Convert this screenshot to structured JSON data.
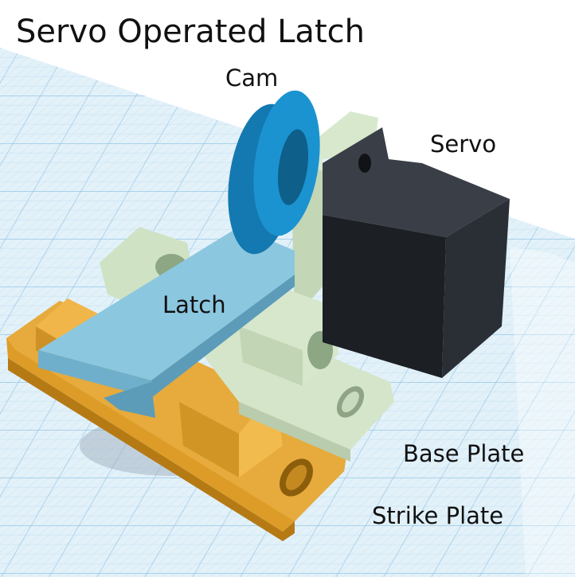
{
  "title": "Servo Operated Latch",
  "labels": {
    "cam": "Cam",
    "servo": "Servo",
    "latch": "Latch",
    "base_plate": "Base Plate",
    "strike_plate": "Strike Plate"
  },
  "colors": {
    "background": "#ffffff",
    "grid_plane": "#d8ecf7",
    "grid_line": "#9ccbe8",
    "strike_plate": "#e3a532",
    "base_plate": "#d6e6cc",
    "latch": "#8cc7e0",
    "cam": "#1b93d0",
    "servo": "#262a30",
    "text": "#111111"
  }
}
